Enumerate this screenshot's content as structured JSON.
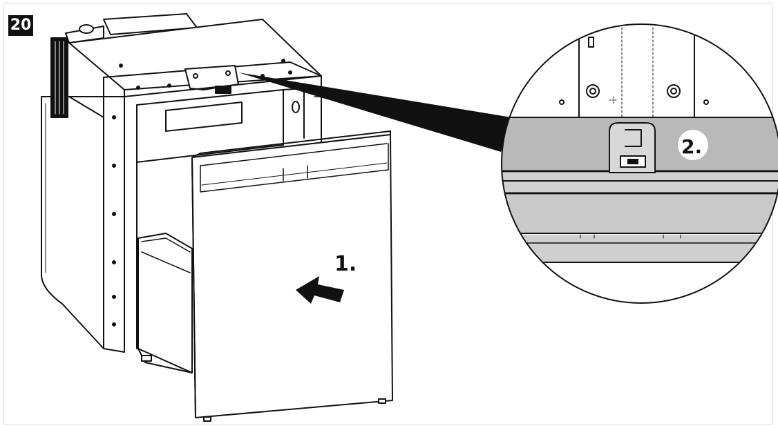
{
  "step_number": "20",
  "step_labels": {
    "push_drawer": "1.",
    "latch_detail": "2."
  }
}
